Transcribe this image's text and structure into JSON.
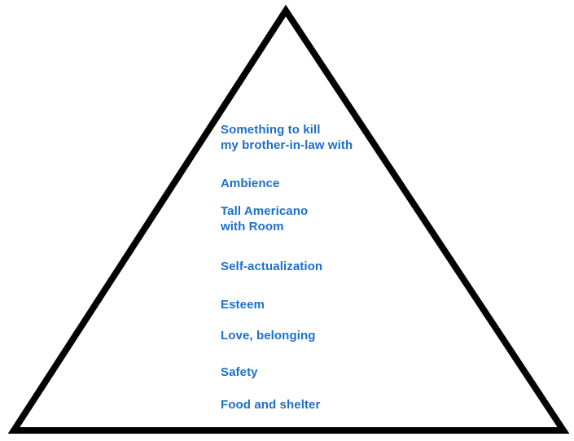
{
  "diagram": {
    "type": "pyramid",
    "title": "",
    "outline_color": "#000000",
    "label_color": "#1b6fce",
    "labels": [
      {
        "text": "Something to kill\nmy brother-in-law with"
      },
      {
        "text": "Ambience"
      },
      {
        "text": "Tall Americano\nwith Room"
      },
      {
        "text": "Self-actualization"
      },
      {
        "text": "Esteem"
      },
      {
        "text": "Love, belonging"
      },
      {
        "text": "Safety"
      },
      {
        "text": "Food and shelter"
      }
    ]
  }
}
